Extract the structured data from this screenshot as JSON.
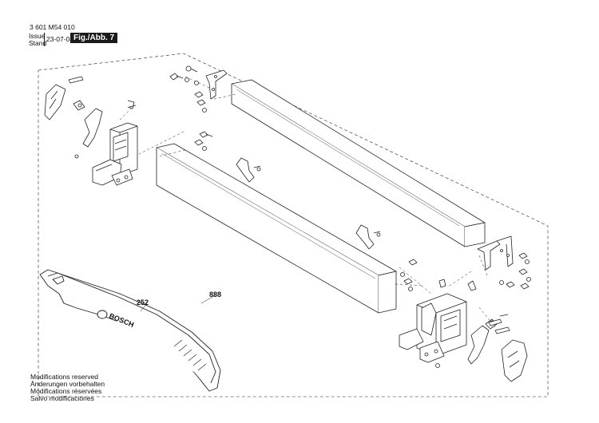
{
  "header": {
    "doc_number": "3 601 M54 010",
    "issue_label": "Issue",
    "stand_label": "Stand",
    "date": "23-07-03",
    "figure": "Fig./Abb. 7"
  },
  "callouts": {
    "blade_guard_part": "252",
    "rail_assembly_part": "888"
  },
  "blade_logo": "BOSCH",
  "footer": {
    "lines": [
      "Modifications reserved",
      "Änderungen vorbehalten",
      "Modifications réservées",
      "Salvo modificaciones"
    ]
  }
}
